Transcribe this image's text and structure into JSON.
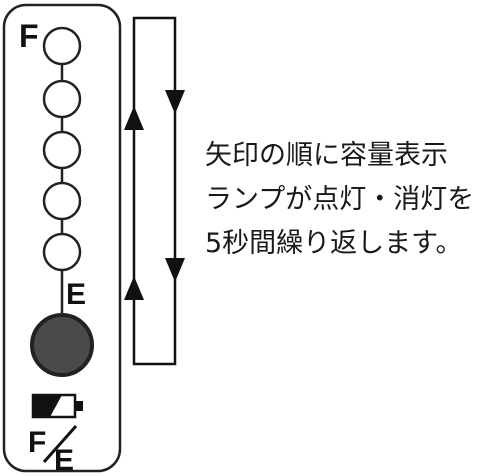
{
  "indicator_panel": {
    "full_label": "F",
    "empty_label": "E",
    "fe_symbol_top": "F",
    "fe_symbol_bottom": "E",
    "lamp_count": 5,
    "button_color": "#4a4a4a",
    "battery_icon": "battery-icon"
  },
  "sequence_diagram": {
    "arrow_directions": [
      "up",
      "down",
      "up",
      "down"
    ]
  },
  "description": {
    "lines": [
      "矢印の順に容量表示",
      "ランプが点灯・消灯を",
      "5秒間繰り返します。"
    ]
  }
}
